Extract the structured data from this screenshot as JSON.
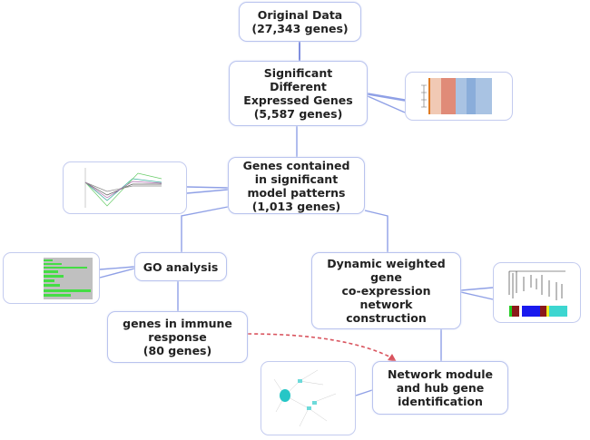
{
  "nodes": {
    "original": "Original Data\n(27,343 genes)",
    "sdeg": "Significant\nDifferent\nExpressed Genes\n(5,587 genes)",
    "patterns": "Genes contained\nin significant\nmodel patterns\n(1,013 genes)",
    "go": "GO analysis",
    "wgcna": "Dynamic weighted\ngene\nco-expression\nnetwork\nconstruction",
    "immune": "genes in immune\nresponse\n(80 genes)",
    "hub": "Network module\nand hub gene\nidentification"
  },
  "thumbnails": {
    "heatmap": "heatmap-image",
    "lineplot": "expression-pattern-plot",
    "go_bars": "go-bar-chart",
    "dendrogram": "cluster-dendrogram",
    "network": "network-graph"
  },
  "colors": {
    "edge": "#8fa0e6",
    "node_border": "#b9c3ee",
    "arrow": "#d9545e"
  }
}
